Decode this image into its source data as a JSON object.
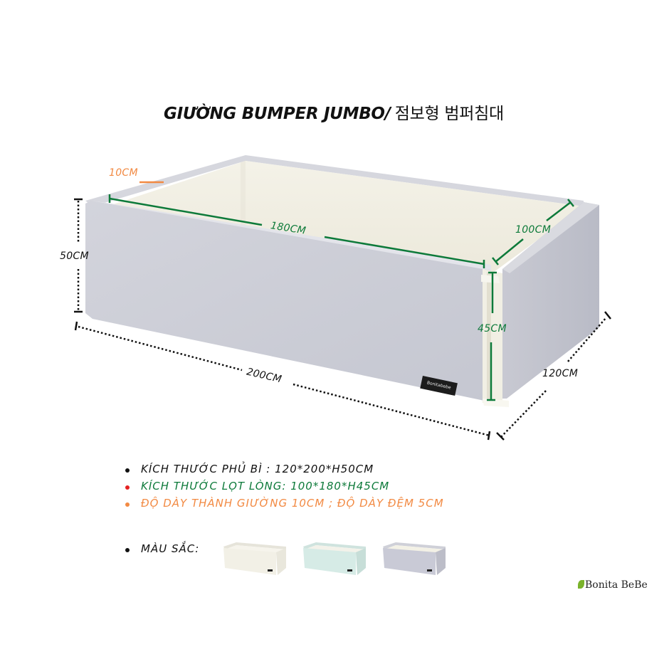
{
  "title": {
    "latin": "GIƯỜNG BUMPER JUMBO/",
    "korean": "점보형 범퍼침대"
  },
  "dimensions": {
    "wall_thickness": "10CM",
    "inner_length": "180CM",
    "inner_width": "100CM",
    "outer_height": "50CM",
    "inner_height": "45CM",
    "outer_length": "200CM",
    "outer_width": "120CM"
  },
  "product_label": "Bonitabebe",
  "specs": [
    {
      "text": "KÍCH THƯỚC PHỦ BÌ :  120*200*H50CM",
      "color": "#111111",
      "bullet_color": "#111111"
    },
    {
      "text": "KÍCH THƯỚC LỌT LÒNG:  100*180*H45CM",
      "color": "#0d7a3a",
      "bullet_color": "#e52222"
    },
    {
      "text": "ĐỘ DÀY THÀNH GIƯỜNG 10CM ; ĐỘ DÀY ĐỆM 5CM",
      "color": "#f28a43",
      "bullet_color": "#f28a43"
    }
  ],
  "colors_label": "MÀU SẮC:",
  "color_options": [
    {
      "name": "cream",
      "hex": "#f2f0e6"
    },
    {
      "name": "mint",
      "hex": "#d6ebe6"
    },
    {
      "name": "gray",
      "hex": "#c9cad6"
    }
  ],
  "brand": "Bonita BeBe",
  "palette": {
    "green": "#0d7a3a",
    "orange": "#f28a43",
    "panel_gray": "#cdcfd8",
    "inner_cream": "#f3f1e6"
  }
}
